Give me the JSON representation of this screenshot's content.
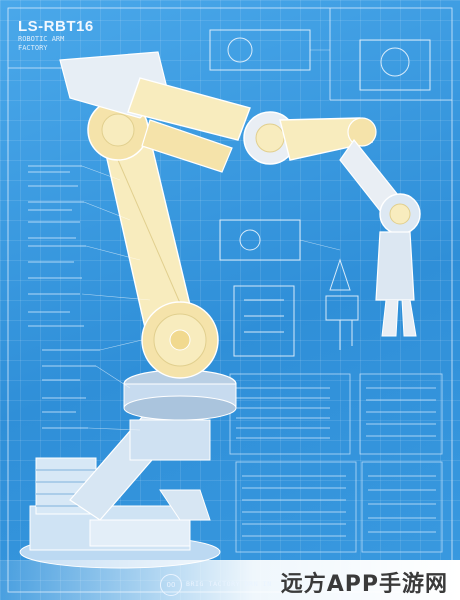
{
  "title_block": {
    "model": "LS-RBT16",
    "subtitle_1": "ROBOTIC ARM",
    "subtitle_2": "FACTORY"
  },
  "footer": {
    "seal_text": "00",
    "caption": "BRIG TACTORY DRN IN"
  },
  "watermark": {
    "text": "远方APP手游网"
  },
  "colors": {
    "blueprint_blue": "#3b9be0",
    "arm_cream": "#f8ecbe",
    "line_white": "#e9f3ff"
  }
}
